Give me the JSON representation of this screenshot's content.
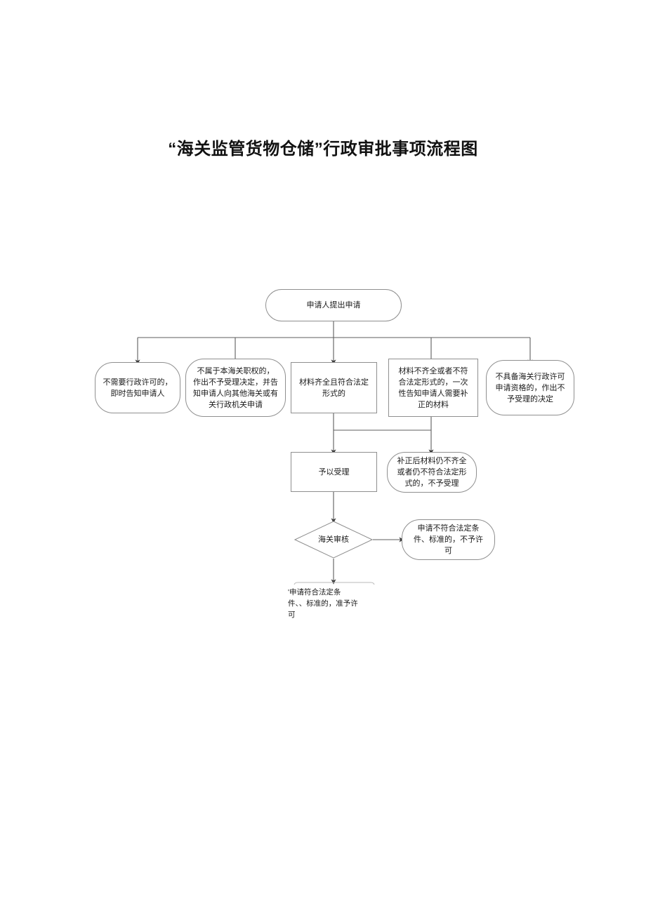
{
  "document": {
    "title": "“海关监管货物仓储”行政审批事项流程图"
  },
  "flowchart": {
    "type": "flowchart",
    "orientation": "top-down",
    "nodes": {
      "start": {
        "shape": "rounded",
        "label": "申请人提出申请"
      },
      "branch_no_permit_needed": {
        "shape": "rounded",
        "label": "不需要行政许可的，\n即时告知申请人"
      },
      "branch_not_jurisdiction": {
        "shape": "rounded",
        "label": "不属于本海关职权的，\n作出不予受理决定，并告\n知申请人向其他海关或有\n关行政机关申请"
      },
      "branch_materials_complete": {
        "shape": "rect",
        "label": "材料齐全且符合法定\n形式的"
      },
      "branch_materials_incomplete": {
        "shape": "rect",
        "label": "材料不齐全或者不符\n合法定形式的，一次\n性告知申请人需要补\n正的材料"
      },
      "branch_not_qualified": {
        "shape": "rounded",
        "label": "不具备海关行政许可\n申请资格的，作出不\n予受理的决定"
      },
      "accept": {
        "shape": "rect",
        "label": "予以受理"
      },
      "reject_after_correction": {
        "shape": "rounded",
        "label": "补正后材料仍不齐全\n或者仍不符合法定形\n式的，不予受理"
      },
      "customs_review": {
        "shape": "diamond",
        "label": "海关审核"
      },
      "not_approved": {
        "shape": "rounded",
        "label": "申请不符合法定条\n件、标准的，不予许\n可"
      },
      "approved_note": {
        "shape": "text",
        "label": "'申请符合法定条\n件、、标准的，准予许\n可"
      }
    },
    "colors": {
      "node_border": "#8f8f8f",
      "node_fill": "#ffffff",
      "edge": "#5e5e5e",
      "edge_faint": "#b9b9b9",
      "text": "#1a1a1a",
      "title_text": "#111111"
    }
  }
}
